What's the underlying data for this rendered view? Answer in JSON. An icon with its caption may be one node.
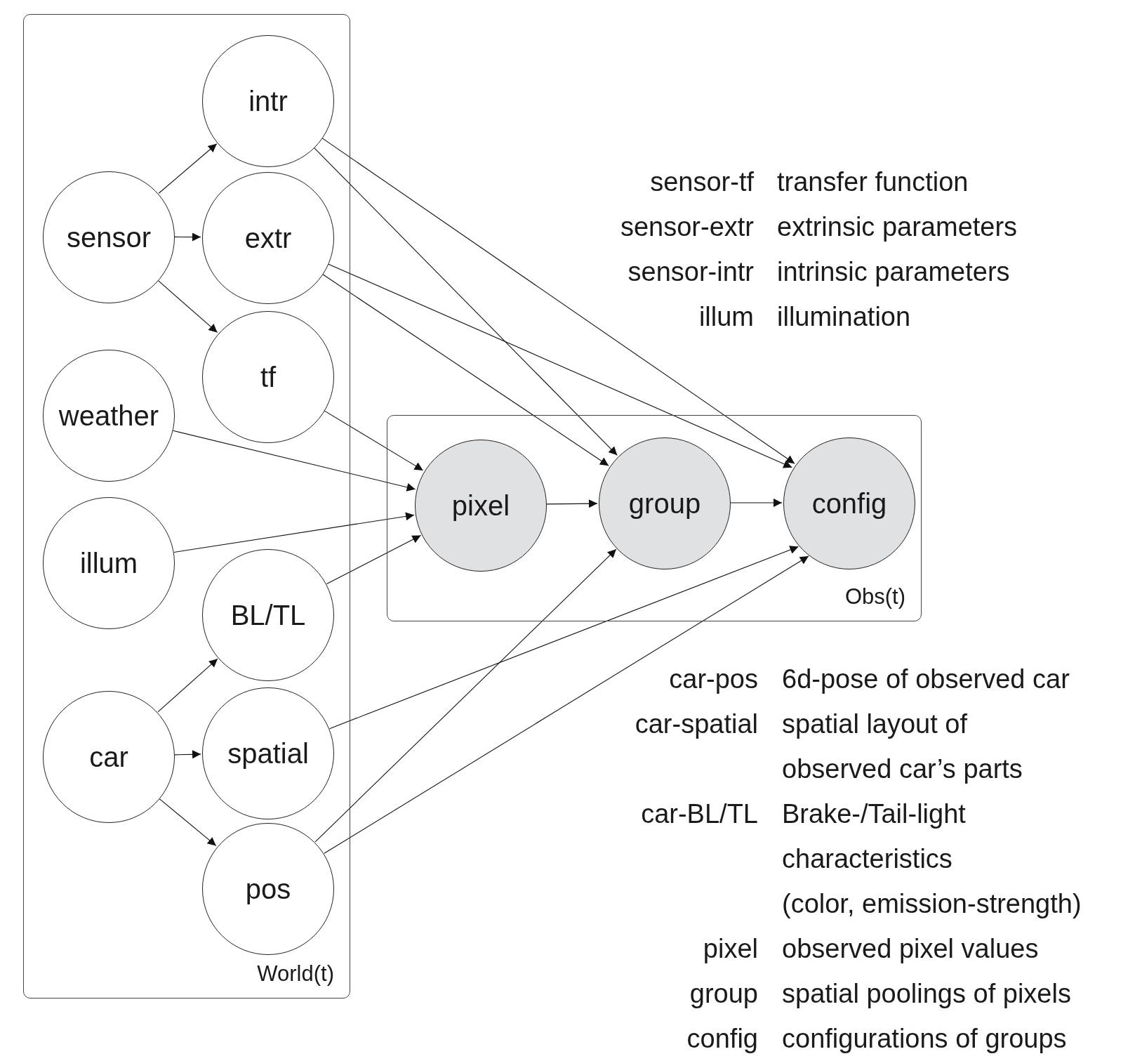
{
  "diagram": {
    "nodes": [
      {
        "text": [
          "World(t)"
        ]
      },
      {
        "text": [
          "intr"
        ],
        "in": 0
      },
      {
        "text": [
          "sensor"
        ],
        "in": 0
      },
      {
        "text": [
          "extr"
        ],
        "in": 0
      },
      {
        "text": [
          "tf"
        ],
        "in": 0
      },
      {
        "text": [
          "weather"
        ],
        "in": 0
      },
      {
        "text": [
          "illum"
        ],
        "in": 0
      },
      {
        "text": [
          "BL/TL"
        ],
        "in": 0
      },
      {
        "text": [
          "car"
        ],
        "in": 0
      },
      {
        "text": [
          "spatial"
        ],
        "in": 0
      },
      {
        "text": [
          "pos"
        ],
        "in": 0
      },
      {
        "text": [
          "Obs(t)"
        ]
      },
      {
        "text": [
          "pixel"
        ],
        "in": 11
      },
      {
        "text": [
          "group"
        ],
        "in": 11
      },
      {
        "text": [
          "config"
        ],
        "in": 11
      }
    ],
    "edges": [
      {
        "from": 2,
        "to": 1,
        "arrow": "to"
      },
      {
        "from": 2,
        "to": 3,
        "arrow": "to"
      },
      {
        "from": 2,
        "to": 4,
        "arrow": "to"
      },
      {
        "from": 8,
        "to": 7,
        "arrow": "to"
      },
      {
        "from": 8,
        "to": 9,
        "arrow": "to"
      },
      {
        "from": 8,
        "to": 10,
        "arrow": "to"
      },
      {
        "from": 1,
        "to": 13,
        "arrow": "to"
      },
      {
        "from": 1,
        "to": 14,
        "arrow": "to"
      },
      {
        "from": 3,
        "to": 13,
        "arrow": "to"
      },
      {
        "from": 3,
        "to": 14,
        "arrow": "to"
      },
      {
        "from": 4,
        "to": 12,
        "arrow": "to"
      },
      {
        "from": 5,
        "to": 12,
        "arrow": "to"
      },
      {
        "from": 6,
        "to": 12,
        "arrow": "to"
      },
      {
        "from": 7,
        "to": 12,
        "arrow": "to"
      },
      {
        "from": 9,
        "to": 14,
        "arrow": "to"
      },
      {
        "from": 10,
        "to": 13,
        "arrow": "to"
      },
      {
        "from": 10,
        "to": 14,
        "arrow": "to"
      },
      {
        "from": 12,
        "to": 13,
        "arrow": "to"
      },
      {
        "from": 13,
        "to": 14,
        "arrow": "to"
      }
    ],
    "labels": [
      "sensor-tf",
      "transfer function",
      "sensor-extr",
      "extrinsic parameters",
      "sensor-intr",
      "intrinsic parameters",
      "illum",
      "illumination",
      "car-pos",
      "6d-pose of observed car",
      "car-spatial",
      "spatial layout of observed car’s parts",
      "car-BL/TL",
      "Brake-/Tail-light characteristics (color, emission-strength)",
      "pixel",
      "observed pixel values",
      "group",
      "spatial poolings of pixels",
      "config",
      "configurations of groups"
    ]
  }
}
